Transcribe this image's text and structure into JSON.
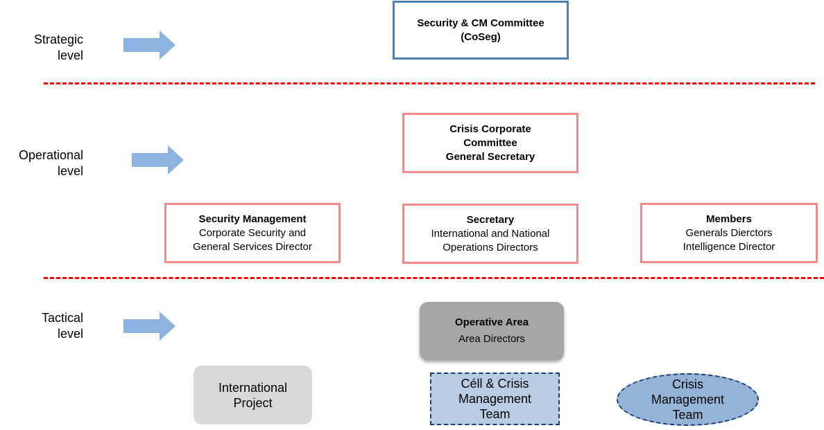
{
  "levels": [
    {
      "label_line1": "Strategic",
      "label_line2": "level"
    },
    {
      "label_line1": "Operational",
      "label_line2": "level"
    },
    {
      "label_line1": "Tactical",
      "label_line2": "level"
    }
  ],
  "colors": {
    "arrow": "#8db3e2",
    "separator": "#ff0000",
    "strategic_border": "#4f7fb8",
    "operational_border": "#f28a8a",
    "operative_area_fill": "#a6a6a6",
    "international_fill": "#d9d9d9",
    "cell_fill": "#b8cce4",
    "cmt_fill": "#95b3d7"
  },
  "strategic": {
    "committee": {
      "title_line1": "Security & CM Committee",
      "title_line2": "(CoSeg)"
    }
  },
  "operational": {
    "crisis_committee": {
      "line1": "Crisis Corporate",
      "line2": "Committee",
      "line3": "General Secretary"
    },
    "security_management": {
      "title": "Security Management",
      "line1": "Corporate Security and",
      "line2": "General Services Director"
    },
    "secretary": {
      "title": "Secretary",
      "line1": "International and National",
      "line2": "Operations Directors"
    },
    "members": {
      "title": "Members",
      "line1": "Generals Dierctors",
      "line2": "Intelligence Director"
    }
  },
  "tactical": {
    "operative_area": {
      "title": "Operative Area",
      "subtitle": "Area Directors"
    },
    "international_project": {
      "line1": "International",
      "line2": "Project"
    },
    "cell_team": {
      "line1": "Céll & Crisis",
      "line2": "Management",
      "line3": "Team"
    },
    "crisis_team": {
      "line1": "Crisis",
      "line2": "Management",
      "line3": "Team"
    }
  }
}
